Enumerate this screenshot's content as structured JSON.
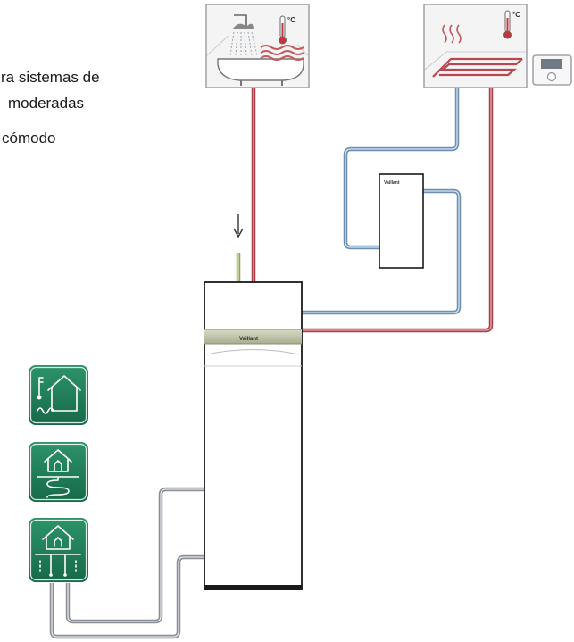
{
  "caption": {
    "lines": [
      "ra sistemas de",
      "moderadas",
      "cómodo"
    ]
  },
  "units": {
    "heat_pump_brand": "Vaillant",
    "buffer_tank_brand": "Vaillant"
  },
  "rooms": {
    "bathroom_temp_symbol": "°C",
    "floor_heating_temp_symbol": "°C"
  },
  "icons": [
    "thermometer-house-icon",
    "ground-coil-house-icon",
    "ground-probe-house-icon"
  ],
  "colors": {
    "flow_pipe": "#a8404a",
    "return_pipe": "#6d8fb0",
    "source_pipe": "#8b8f95",
    "cold_water_pipe": "#8fa35c",
    "icon_tile": "#1f7f58"
  }
}
